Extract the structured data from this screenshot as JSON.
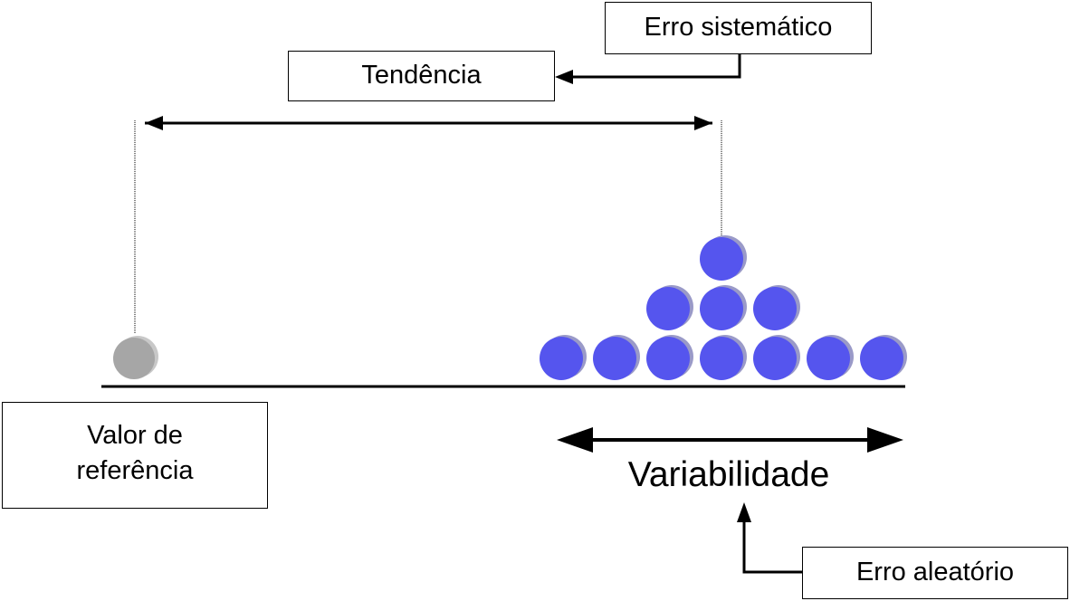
{
  "labels": {
    "erro_sistematico": "Erro sistemático",
    "tendencia": "Tendência",
    "valor_referencia_line1": "Valor de",
    "valor_referencia_line2": "referência",
    "variabilidade": "Variabilidade",
    "erro_aleatorio": "Erro aleatório"
  },
  "colors": {
    "measurement_ball": "#5555ee",
    "measurement_ball_shadow": "#9a9ac8",
    "reference_ball": "#a6a6a6",
    "reference_ball_shadow": "#c8c8c8",
    "lines": "#000000"
  },
  "icons": {
    "reference": "reference-value-ball",
    "measurement": "measurement-ball"
  },
  "measurements": {
    "count": 11,
    "distribution_rows": [
      7,
      3,
      1
    ]
  }
}
